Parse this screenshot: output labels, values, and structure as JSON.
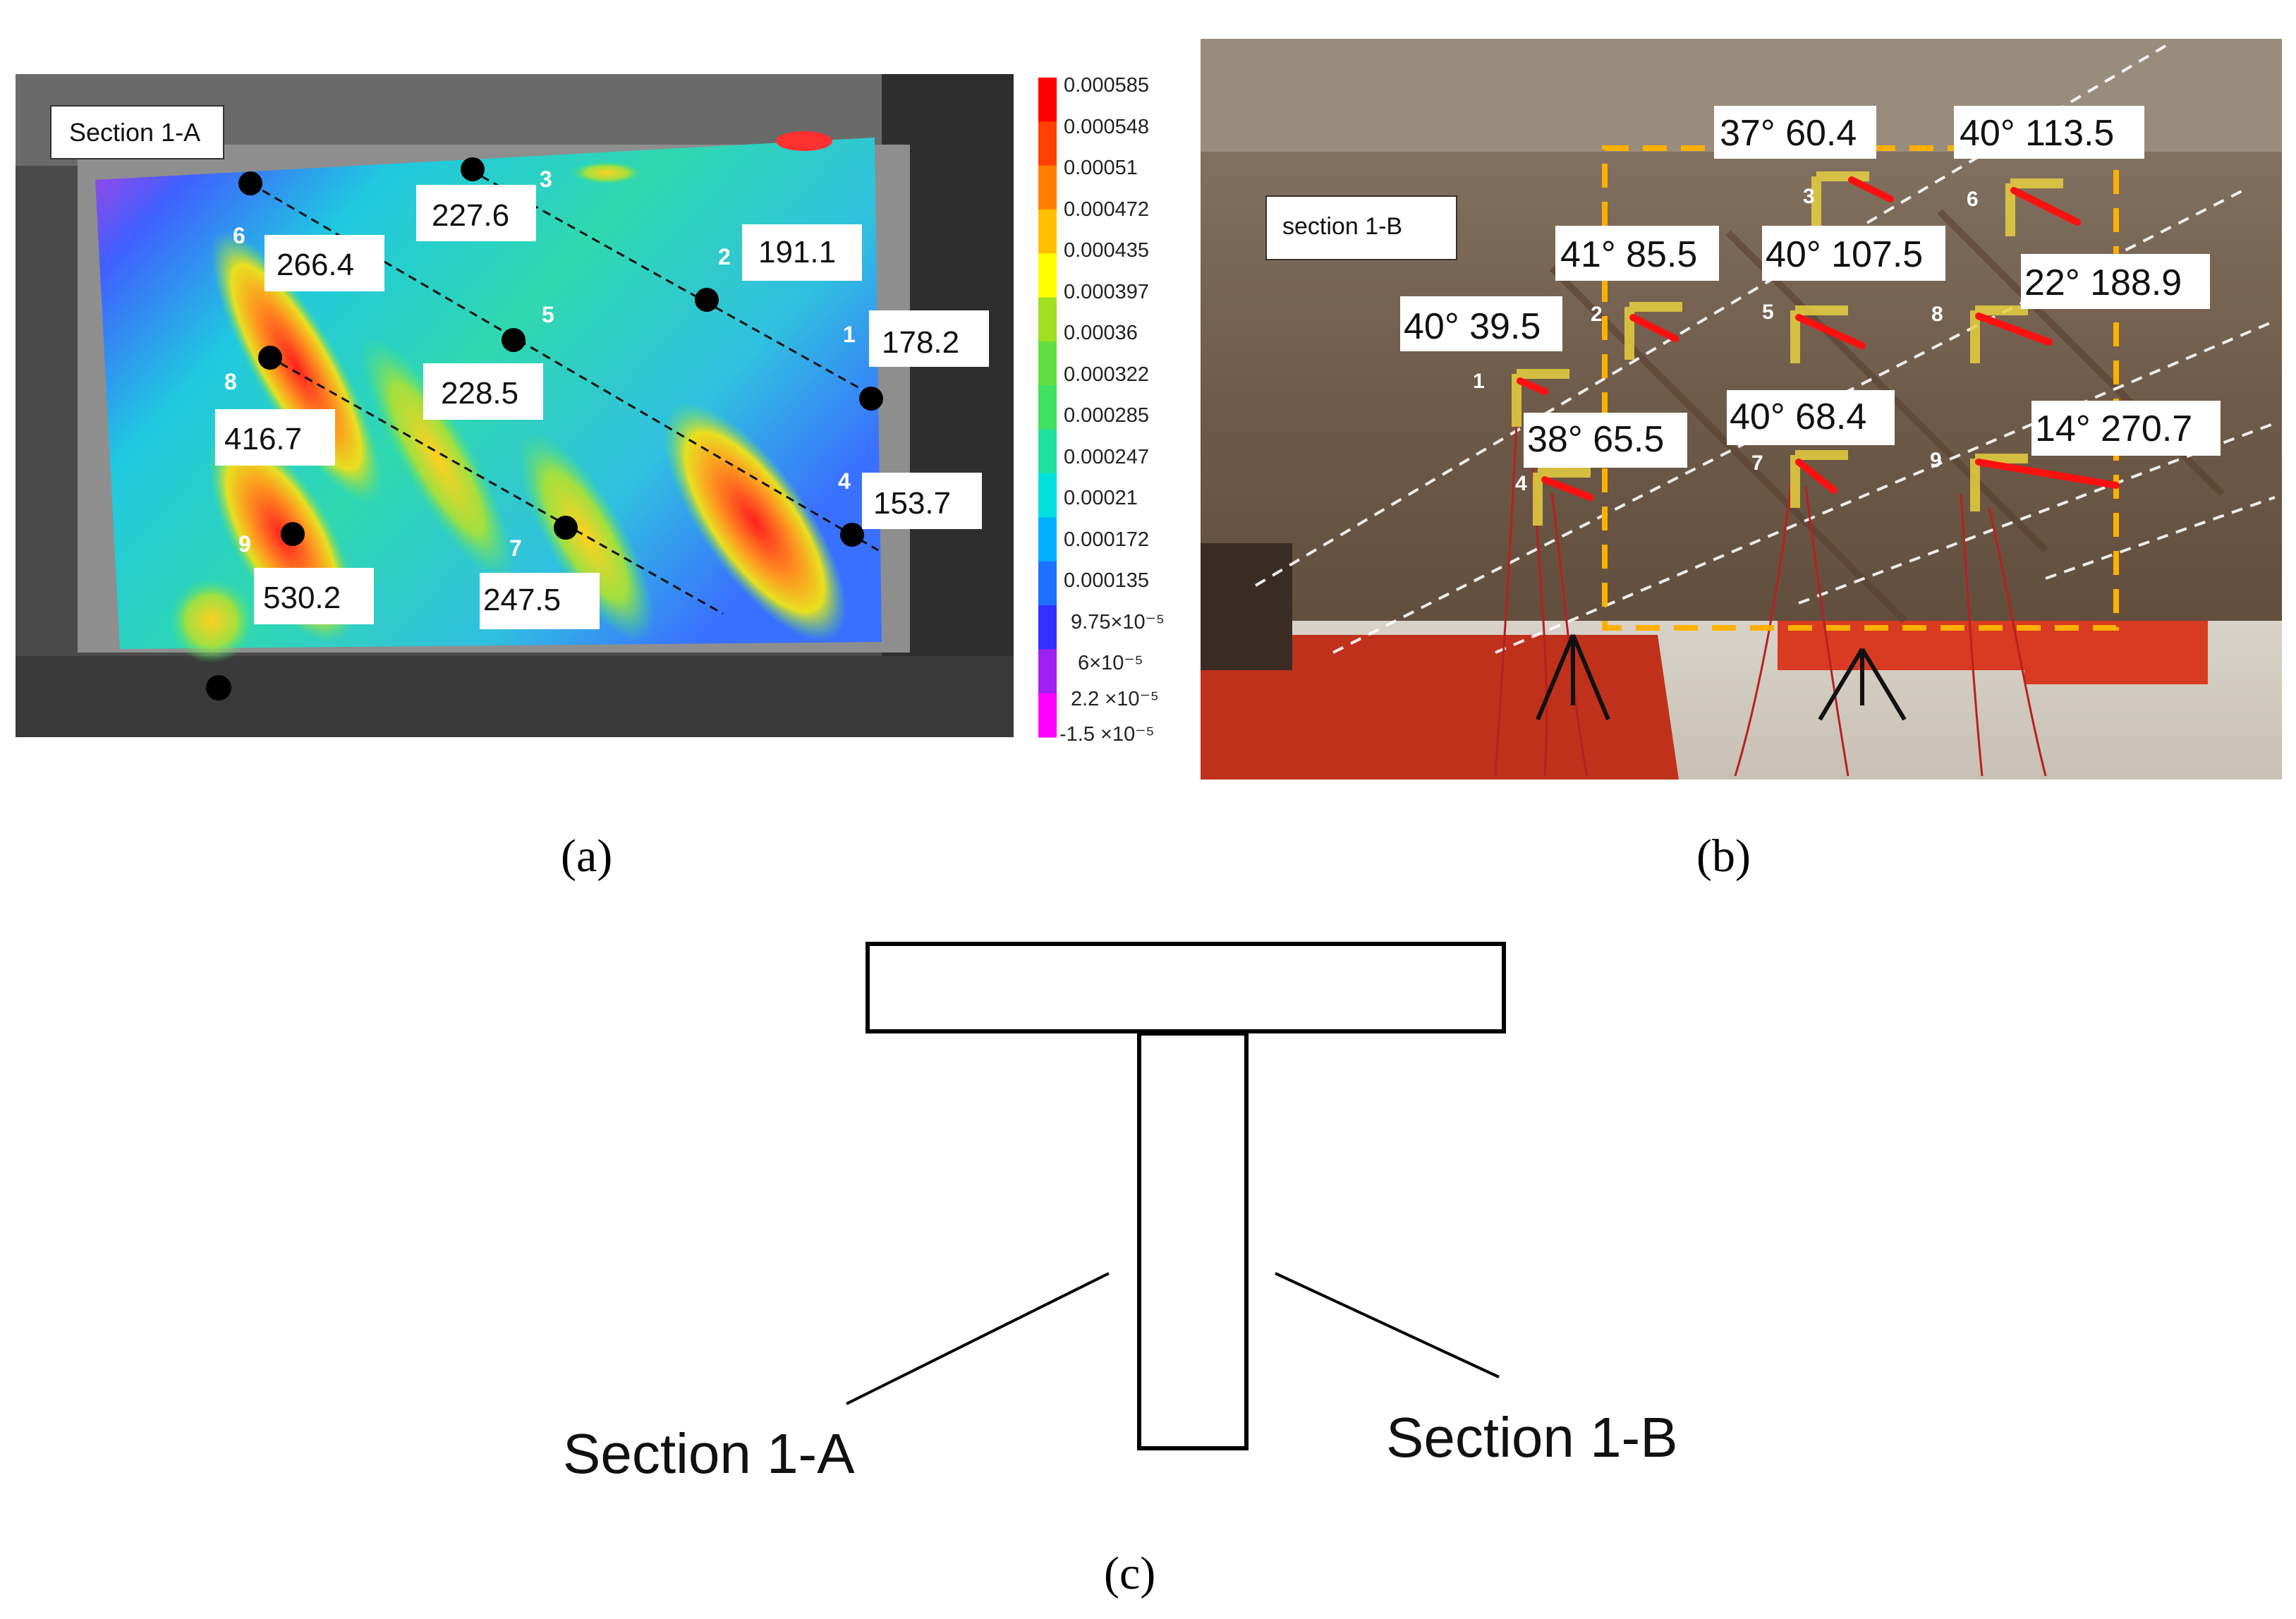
{
  "panel_a": {
    "section_label": "Section 1-A",
    "caption": "(a)",
    "colorbar_colors": [
      "#ff00ff",
      "#a020f0",
      "#3030ff",
      "#1e70ff",
      "#00b0ff",
      "#00e0e0",
      "#20e0a0",
      "#40e060",
      "#60e040",
      "#a0e020",
      "#ffff00",
      "#ffc000",
      "#ff8000",
      "#ff4000",
      "#ff0000"
    ],
    "colorbar_ticks": [
      "0.000585",
      "0.000548",
      "0.00051",
      "0.000472",
      "0.000435",
      "0.000397",
      "0.00036",
      "0.000322",
      "0.000285",
      "0.000247",
      "0.00021",
      "0.000172",
      "0.000135",
      "9.75×10⁻⁵",
      "6×10⁻⁵",
      "2.2 ×10⁻⁵",
      "-1.5 ×10⁻⁵"
    ],
    "points": [
      {
        "id": "1",
        "value": "178.2"
      },
      {
        "id": "2",
        "value": "191.1"
      },
      {
        "id": "3",
        "value": "227.6"
      },
      {
        "id": "4",
        "value": "153.7"
      },
      {
        "id": "5",
        "value": "228.5"
      },
      {
        "id": "6",
        "value": "266.4"
      },
      {
        "id": "7",
        "value": "247.5"
      },
      {
        "id": "8",
        "value": "416.7"
      },
      {
        "id": "9",
        "value": "530.2"
      }
    ]
  },
  "panel_b": {
    "section_label": "section 1-B",
    "caption": "(b)",
    "points": [
      {
        "id": "1",
        "label": "40° 39.5"
      },
      {
        "id": "2",
        "label": "41° 85.5"
      },
      {
        "id": "3",
        "label": "37° 60.4"
      },
      {
        "id": "4",
        "label": "38° 65.5"
      },
      {
        "id": "5",
        "label": "40° 107.5"
      },
      {
        "id": "6",
        "label": "40° 113.5"
      },
      {
        "id": "7",
        "label": "40° 68.4"
      },
      {
        "id": "8",
        "label": "22° 188.9"
      },
      {
        "id": "9",
        "label": "14° 270.7"
      }
    ]
  },
  "panel_c": {
    "label_left": "Section 1-A",
    "label_right": "Section 1-B",
    "caption": "(c)"
  }
}
